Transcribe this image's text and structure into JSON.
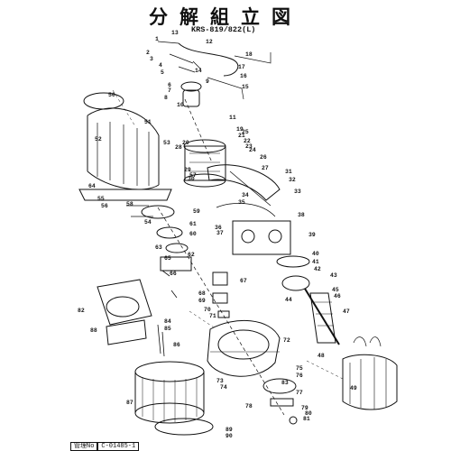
{
  "title": "分解組立図",
  "model": "KRS-819/822(L)",
  "management": {
    "label": "管理No",
    "value": "C-01485-1"
  },
  "part_numbers": [
    "1",
    "2",
    "3",
    "4",
    "5",
    "6",
    "7",
    "8",
    "9",
    "10",
    "11",
    "12",
    "13",
    "14",
    "15",
    "16",
    "17",
    "18",
    "19",
    "20",
    "21",
    "22",
    "23",
    "24",
    "25",
    "26",
    "27",
    "28",
    "29",
    "30",
    "31",
    "32",
    "33",
    "34",
    "35",
    "36",
    "37",
    "38",
    "39",
    "40",
    "41",
    "42",
    "43",
    "44",
    "45",
    "46",
    "47",
    "48",
    "49",
    "50",
    "51",
    "52",
    "53",
    "54",
    "55",
    "56",
    "57",
    "58",
    "59",
    "60",
    "61",
    "62",
    "63",
    "64",
    "65",
    "66",
    "67",
    "68",
    "69",
    "70",
    "71",
    "72",
    "73",
    "74",
    "75",
    "76",
    "77",
    "78",
    "79",
    "80",
    "81",
    "82",
    "83",
    "84",
    "85",
    "86",
    "87",
    "88",
    "89",
    "90"
  ]
}
